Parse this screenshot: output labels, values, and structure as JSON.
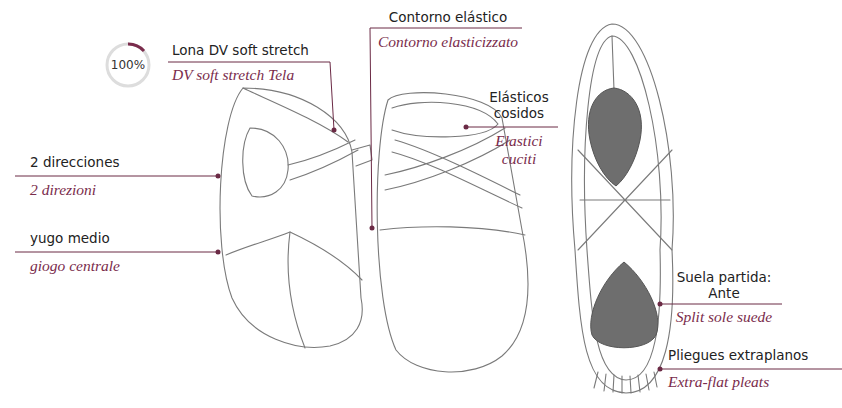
{
  "diagram": {
    "nodes": [
      {
        "text": [
          "100%"
        ]
      }
    ],
    "labels": [
      "Contorno elástico",
      "Contorno elasticizzato",
      "Lona DV soft stretch",
      "DV soft stretch Tela",
      "Elásticos cosidos",
      "Elastici cuciti",
      "2 direcciones",
      "2 direzioni",
      "yugo medio",
      "giogo centrale",
      "Suela partida: Ante",
      "Split sole suede",
      "Pliegues extraplanos",
      "Extra-flat pleats"
    ]
  }
}
